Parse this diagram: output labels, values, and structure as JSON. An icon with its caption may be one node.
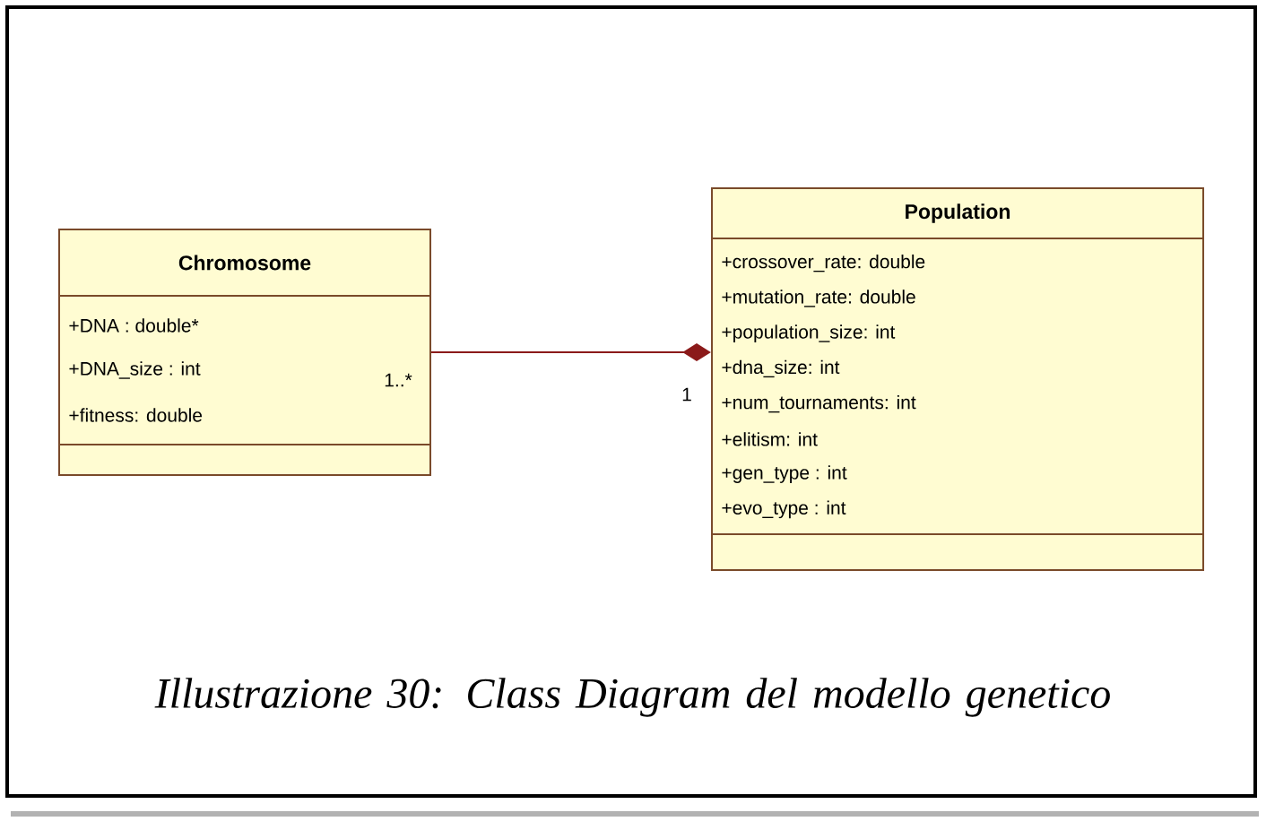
{
  "diagram": {
    "caption": "Illustrazione 30: Class Diagram del modello genetico",
    "nodes": [
      {
        "text": [
          "Chromosome",
          "+DNA : double*",
          "+DNA_size : int",
          "+fitness: double"
        ]
      },
      {
        "text": [
          "Population",
          "+crossover_rate: double",
          "+mutation_rate: double",
          "+population_size: int",
          "+dna_size: int",
          "+num_tournaments: int",
          "+elitism: int",
          "+gen_type : int",
          "+evo_type : int"
        ]
      }
    ],
    "edges": [
      {
        "from": 0,
        "to": 1,
        "arrow": "other"
      }
    ],
    "labels": [
      "1..*",
      "1"
    ]
  }
}
